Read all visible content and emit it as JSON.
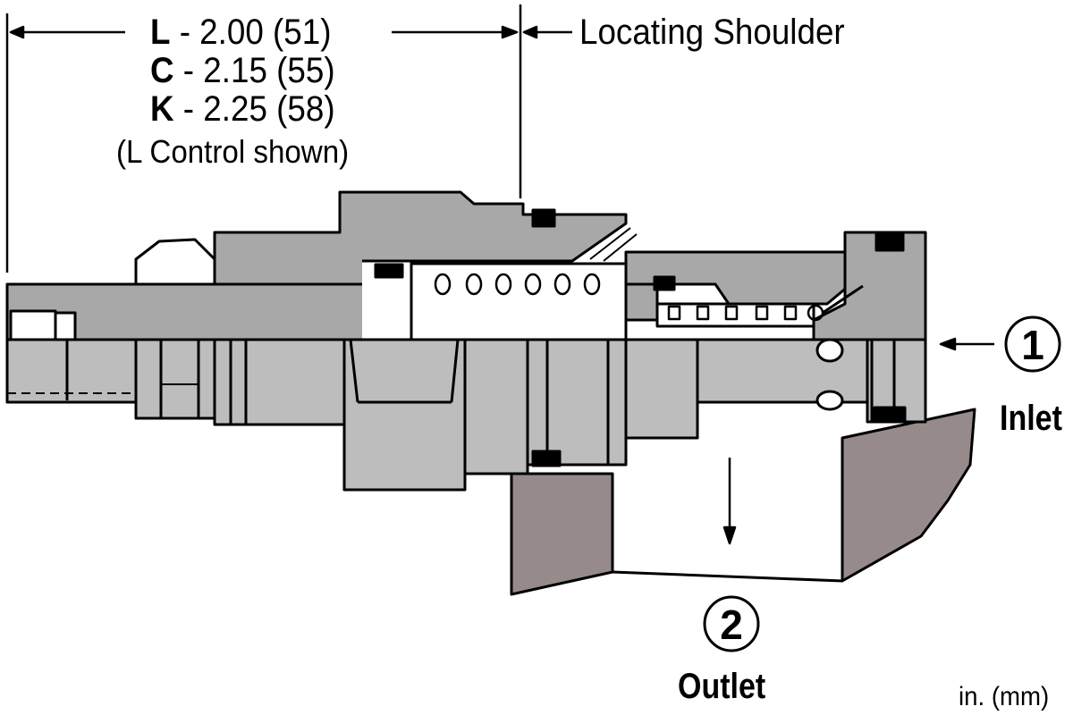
{
  "dimensions": [
    {
      "code": "L",
      "value": " - 2.00 (51)"
    },
    {
      "code": "C",
      "value": " - 2.15 (55)"
    },
    {
      "code": "K",
      "value": " - 2.25 (58)"
    }
  ],
  "note": "(L Control shown)",
  "shoulder_label": "Locating Shoulder",
  "ports": [
    {
      "number": "1",
      "name": "Inlet"
    },
    {
      "number": "2",
      "name": "Outlet"
    }
  ],
  "units": "in. (mm)",
  "colors": {
    "body": "#bdbdbd",
    "section": "#a8a8a8",
    "manifold": "#968a8a",
    "seal": "#000000",
    "outline": "#000000"
  }
}
